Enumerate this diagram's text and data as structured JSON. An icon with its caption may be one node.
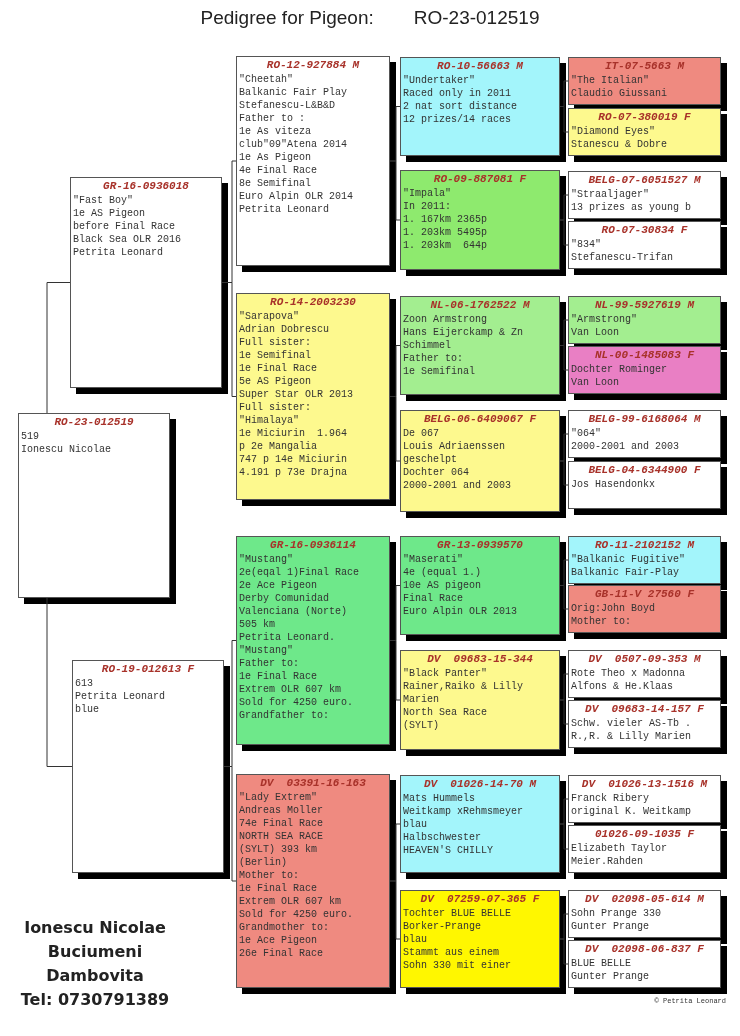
{
  "diagram": {
    "title": "Pedigree for Pigeon:",
    "nodes": [
      {
        "text": [
          "RO-23-012519",
          "519",
          "Ionescu Nicolae"
        ]
      },
      {
        "text": [
          "GR-16-0936018",
          "\"Fast Boy\"",
          "1e AS Pigeon",
          "before Final Race",
          "Black Sea OLR 2016",
          "Petrita Leonard"
        ]
      },
      {
        "text": [
          "RO-12-927884 M",
          "\"Cheetah\"",
          "Balkanic Fair Play",
          "Stefanescu-L&B&D",
          "Father to :",
          "1e As viteza",
          "club\"09\"Atena 2014",
          "1e As Pigeon",
          "4e Final Race",
          "8e Semifinal",
          "Euro Alpin OLR 2014",
          "Petrita Leonard"
        ]
      },
      {
        "text": [
          "RO-10-56663 M",
          "\"Undertaker\"",
          "Raced only in 2011",
          "2 nat sort distance",
          "12 prizes/14 races"
        ]
      },
      {
        "text": [
          "IT-07-5663 M",
          "\"The Italian\"",
          "Claudio Giussani"
        ]
      },
      {
        "text": [
          "RO-07-380019 F",
          "\"Diamond Eyes\"",
          "Stanescu & Dobre"
        ]
      },
      {
        "text": [
          "RO-09-887081 F",
          "\"Impala\"",
          "In 2011:",
          "1. 167km 2365p",
          "1. 203km 5495p",
          "1. 203km  644p"
        ]
      },
      {
        "text": [
          "BELG-07-6051527 M",
          "\"Straaljager\"",
          "13 prizes as young b"
        ]
      },
      {
        "text": [
          "RO-07-30834 F",
          "\"834\"",
          "Stefanescu-Trifan"
        ]
      },
      {
        "text": [
          "RO-14-2003230",
          "\"Sarapova\"",
          "Adrian Dobrescu",
          "Full sister:",
          "1e Semifinal",
          "1e Final Race",
          "5e AS Pigeon",
          "Super Star OLR 2013",
          "Full sister:",
          "\"Himalaya\"",
          "1e Miciurin  1.964",
          "p 2e Mangalia",
          "747 p 14e Miciurin",
          "4.191 p 73e Drajna"
        ]
      },
      {
        "text": [
          "NL-06-1762522 M",
          "Zoon Armstrong",
          "Hans Eijerckamp & Zn",
          "Schimmel",
          "Father to:",
          "1e Semifinal"
        ]
      },
      {
        "text": [
          "NL-99-5927619 M",
          "\"Armstrong\"",
          "Van Loon"
        ]
      },
      {
        "text": [
          "NL-00-1485083 F",
          "Dochter Rominger",
          "Van Loon"
        ]
      },
      {
        "text": [
          "BELG-06-6409067 F",
          "De 067",
          "Louis Adriaenssen",
          "geschelpt",
          "Dochter 064",
          "2000-2001 and 2003"
        ]
      },
      {
        "text": [
          "BELG-99-6168064 M",
          "\"064\"",
          "2000-2001 and 2003"
        ]
      },
      {
        "text": [
          "BELG-04-6344900 F",
          "Jos Hasendonkx"
        ]
      },
      {
        "text": [
          "RO-19-012613 F",
          "613",
          "Petrita Leonard",
          "blue"
        ]
      },
      {
        "text": [
          "GR-16-0936114",
          "\"Mustang\"",
          "2e(eqal 1)Final Race",
          "2e Ace Pigeon",
          "Derby Comunidad",
          "Valenciana (Norte)",
          "505 km",
          "Petrita Leonard.",
          "\"Mustang\"",
          "Father to:",
          "1e Final Race",
          "Extrem OLR 607 km",
          "Sold for 4250 euro.",
          "Grandfather to:"
        ]
      },
      {
        "text": [
          "GR-13-0939570",
          "\"Maserati\"",
          "4e (equal 1.)",
          "10e AS pigeon",
          "Final Race",
          "Euro Alpin OLR 2013"
        ]
      },
      {
        "text": [
          "RO-11-2102152 M",
          "\"Balkanic Fugitive\"",
          "Balkanic Fair-Play"
        ]
      },
      {
        "text": [
          "GB-11-V 27560 F",
          "Orig:John Boyd",
          "Mother to:"
        ]
      },
      {
        "text": [
          "DV  09683-15-344",
          "\"Black Panter\"",
          "Rainer,Raiko & Lilly",
          "Marien",
          "North Sea Race",
          "(SYLT)"
        ]
      },
      {
        "text": [
          "DV  0507-09-353 M",
          "Rote Theo x Madonna",
          "Alfons & He.Klaas"
        ]
      },
      {
        "text": [
          "DV  09683-14-157 F",
          "Schw. vieler AS-Tb .",
          "R.,R. & Lilly Marien"
        ]
      },
      {
        "text": [
          "DV  03391-16-163",
          "\"Lady Extrem\"",
          "Andreas Moller",
          "74e Final Race",
          "NORTH SEA RACE",
          "(SYLT) 393 km",
          "(Berlin)",
          "Mother to:",
          "1e Final Race",
          "Extrem OLR 607 km",
          "Sold for 4250 euro.",
          "Grandmother to:",
          "1e Ace Pigeon",
          "26e Final Race"
        ]
      },
      {
        "text": [
          "DV  01026-14-70 M",
          "Mats Hummels",
          "Weitkamp xRehmsmeyer",
          "blau",
          "Halbschwester",
          "HEAVEN'S CHILLY"
        ]
      },
      {
        "text": [
          "DV  01026-13-1516 M",
          "Franck Ribery",
          "original K. Weitkamp"
        ]
      },
      {
        "text": [
          "01026-09-1035 F",
          "Elizabeth Taylor",
          "Meier.Rahden"
        ]
      },
      {
        "text": [
          "DV  07259-07-365 F",
          "Tochter BLUE BELLE",
          "Borker-Prange",
          "blau",
          "Stammt aus einem",
          "Sohn 330 mit einer"
        ]
      },
      {
        "text": [
          "DV  02098-05-614 M",
          "Sohn Prange 330",
          "Gunter Prange"
        ]
      },
      {
        "text": [
          "DV  02098-06-837 F",
          "BLUE BELLE",
          "Gunter Prange"
        ]
      }
    ],
    "edges": [
      {
        "from": 0,
        "to": 1,
        "arrow": "none"
      },
      {
        "from": 0,
        "to": 16,
        "arrow": "none"
      },
      {
        "from": 1,
        "to": 2,
        "arrow": "none"
      },
      {
        "from": 1,
        "to": 9,
        "arrow": "none"
      },
      {
        "from": 2,
        "to": 3,
        "arrow": "none"
      },
      {
        "from": 2,
        "to": 6,
        "arrow": "none"
      },
      {
        "from": 3,
        "to": 4,
        "arrow": "none"
      },
      {
        "from": 3,
        "to": 5,
        "arrow": "none"
      },
      {
        "from": 6,
        "to": 7,
        "arrow": "none"
      },
      {
        "from": 6,
        "to": 8,
        "arrow": "none"
      },
      {
        "from": 9,
        "to": 10,
        "arrow": "none"
      },
      {
        "from": 9,
        "to": 13,
        "arrow": "none"
      },
      {
        "from": 10,
        "to": 11,
        "arrow": "none"
      },
      {
        "from": 10,
        "to": 12,
        "arrow": "none"
      },
      {
        "from": 13,
        "to": 14,
        "arrow": "none"
      },
      {
        "from": 13,
        "to": 15,
        "arrow": "none"
      },
      {
        "from": 16,
        "to": 17,
        "arrow": "none"
      },
      {
        "from": 16,
        "to": 24,
        "arrow": "none"
      },
      {
        "from": 17,
        "to": 18,
        "arrow": "none"
      },
      {
        "from": 17,
        "to": 21,
        "arrow": "none"
      },
      {
        "from": 18,
        "to": 19,
        "arrow": "none"
      },
      {
        "from": 18,
        "to": 20,
        "arrow": "none"
      },
      {
        "from": 21,
        "to": 22,
        "arrow": "none"
      },
      {
        "from": 21,
        "to": 23,
        "arrow": "none"
      },
      {
        "from": 24,
        "to": 25,
        "arrow": "none"
      },
      {
        "from": 24,
        "to": 28,
        "arrow": "none"
      },
      {
        "from": 25,
        "to": 26,
        "arrow": "none"
      },
      {
        "from": 25,
        "to": 27,
        "arrow": "none"
      },
      {
        "from": 28,
        "to": 29,
        "arrow": "none"
      },
      {
        "from": 28,
        "to": 30,
        "arrow": "none"
      }
    ],
    "labels": [
      "RO-23-012519",
      "Ionescu Nicolae",
      "Buciumeni",
      "Dambovita",
      "Tel: 0730791389",
      "© Petrita Leonard"
    ]
  }
}
